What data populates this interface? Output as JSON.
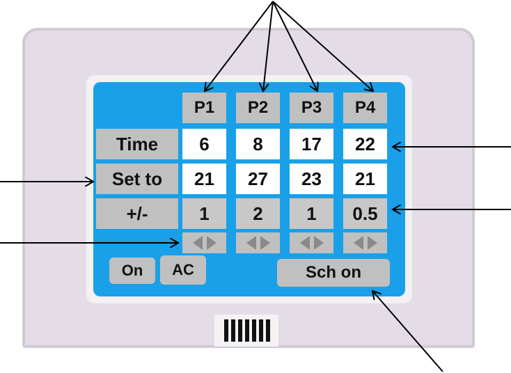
{
  "columns": [
    {
      "header": "P1",
      "time": "6",
      "set_to": "21",
      "offset": "1"
    },
    {
      "header": "P2",
      "time": "8",
      "set_to": "27",
      "offset": "2"
    },
    {
      "header": "P3",
      "time": "17",
      "set_to": "23",
      "offset": "1"
    },
    {
      "header": "P4",
      "time": "22",
      "set_to": "21",
      "offset": "0.5"
    }
  ],
  "row_labels": {
    "time": "Time",
    "set_to": "Set to",
    "offset": "+/-"
  },
  "buttons": {
    "on": "On",
    "ac": "AC",
    "schedule": "Sch on"
  },
  "colors": {
    "screen": "#1aa0e8",
    "cell_grey": "#c0c0c0",
    "device": "#e4dce6"
  }
}
